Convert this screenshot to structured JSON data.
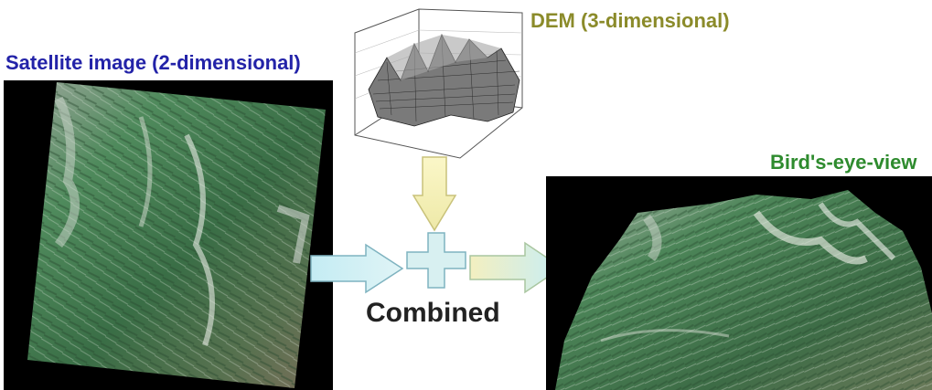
{
  "labels": {
    "satellite": "Satellite image (2-dimensional)",
    "dem": "DEM (3-dimensional)",
    "birds_eye": "Bird's-eye-view",
    "combined": "Combined"
  },
  "colors": {
    "satellite_label": "#2323a8",
    "dem_label": "#8b8b2a",
    "birds_eye_label": "#2e8b2e",
    "combined_label": "#222222",
    "arrow_fill": "#cfeef2",
    "arrow_stroke": "#7fb3c0",
    "down_arrow_fill": "#f5f2c0",
    "terrain_green": "#3f7a4e",
    "terrain_light": "#bfc9bd"
  }
}
